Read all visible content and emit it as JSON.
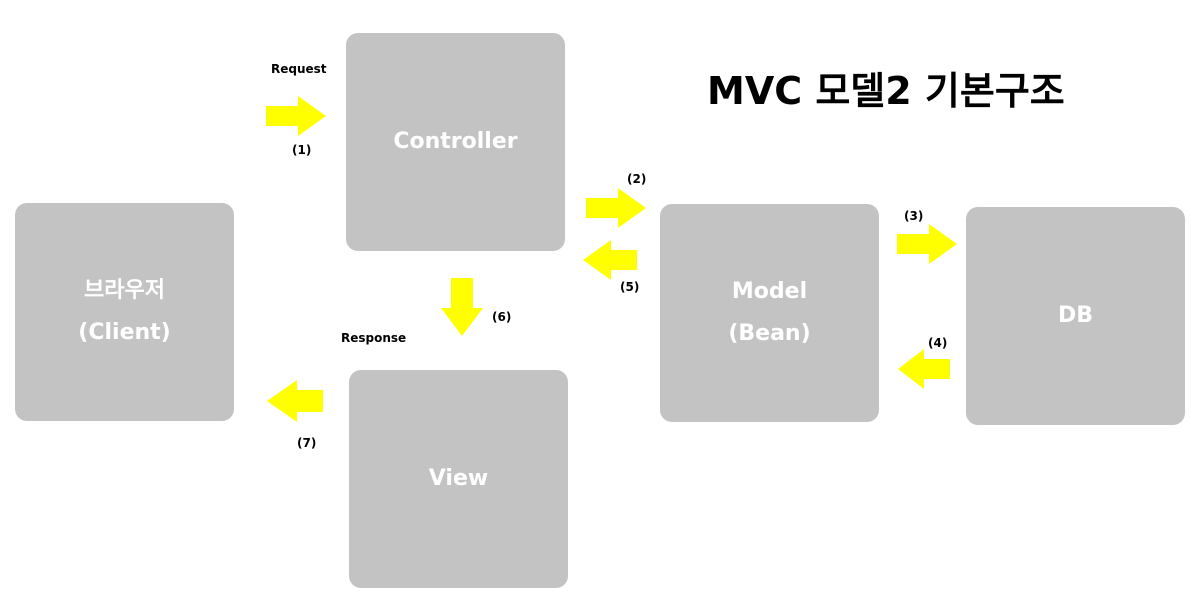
{
  "title": "MVC 모델2 기본구조",
  "colors": {
    "box": "#c3c3c3",
    "arrow": "#ffff00",
    "text_on_box": "#ffffff"
  },
  "nodes": {
    "client": {
      "line1": "브라우저",
      "line2": "(Client)"
    },
    "controller": {
      "line1": "Controller"
    },
    "model": {
      "line1": "Model",
      "line2": "(Bean)"
    },
    "db": {
      "line1": "DB"
    },
    "view": {
      "line1": "View"
    }
  },
  "labels": {
    "request": "Request",
    "response": "Response",
    "step1": "(1)",
    "step2": "(2)",
    "step3": "(3)",
    "step4": "(4)",
    "step5": "(5)",
    "step6": "(6)",
    "step7": "(7)"
  }
}
